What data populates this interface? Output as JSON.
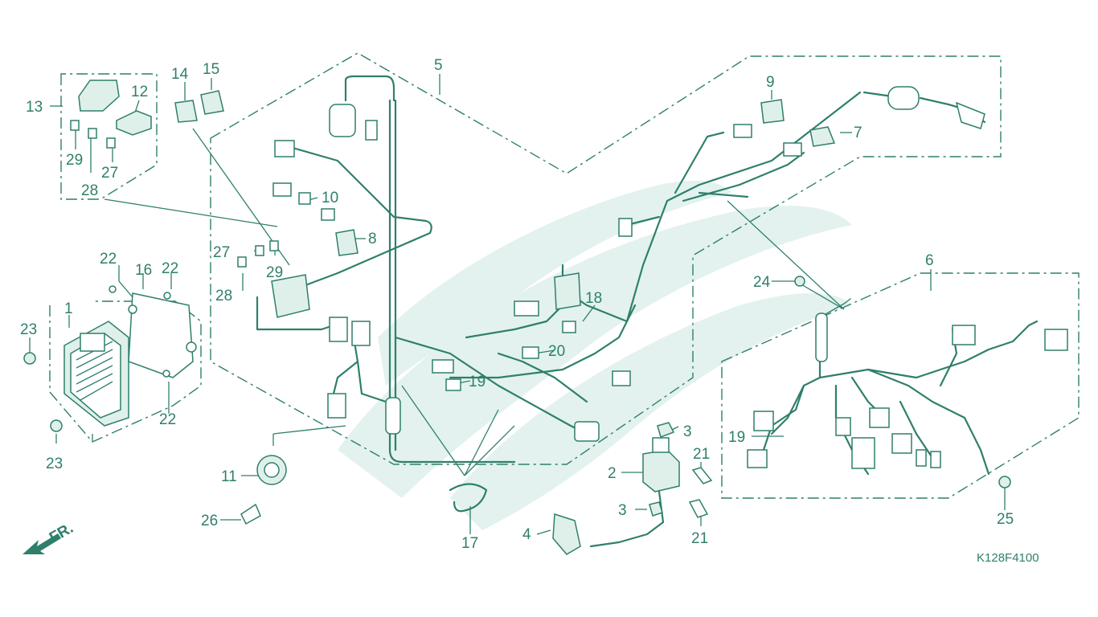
{
  "diagram_code": "K128F4100",
  "front_label": "FR.",
  "colors": {
    "line": "#2f7f6c",
    "watermark": "#e3f2ee",
    "background": "#ffffff"
  },
  "callouts": {
    "c1": "1",
    "c2": "2",
    "c3a": "3",
    "c3b": "3",
    "c4": "4",
    "c5": "5",
    "c6": "6",
    "c7": "7",
    "c8": "8",
    "c9": "9",
    "c10": "10",
    "c11": "11",
    "c12": "12",
    "c13": "13",
    "c14": "14",
    "c15": "15",
    "c16": "16",
    "c17": "17",
    "c18": "18",
    "c19a": "19",
    "c19b": "19",
    "c20": "20",
    "c21a": "21",
    "c21b": "21",
    "c22a": "22",
    "c22b": "22",
    "c22c": "22",
    "c23a": "23",
    "c23b": "23",
    "c24": "24",
    "c25": "25",
    "c26": "26",
    "c27a": "27",
    "c27b": "27",
    "c28a": "28",
    "c28b": "28",
    "c29a": "29",
    "c29b": "29"
  }
}
